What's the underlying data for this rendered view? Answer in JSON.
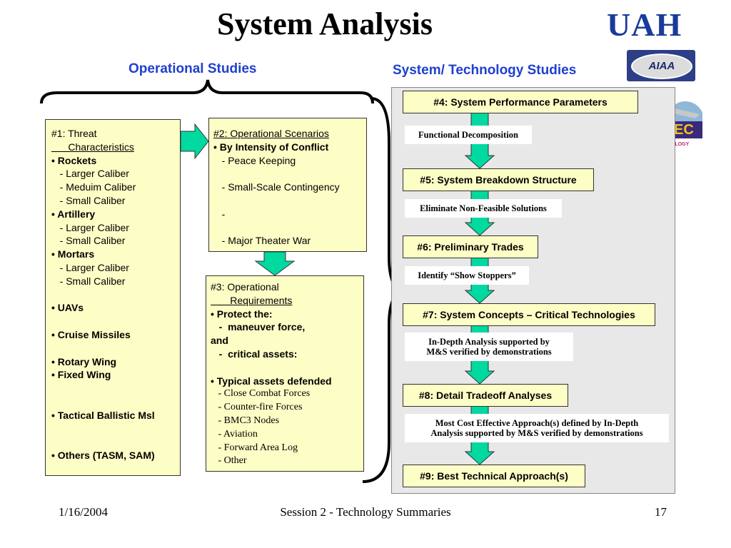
{
  "title": "System Analysis",
  "logos": {
    "uah": "UAH",
    "aiaa": "AIAA",
    "smdc_fragment": "EC",
    "smdc_sub": "OLOGY"
  },
  "operational_heading": "Operational Studies",
  "system_heading": "System/ Technology Studies",
  "threat_box": {
    "lines": [
      {
        "text": "#1: Threat",
        "style": "plain"
      },
      {
        "text": "      Characteristics",
        "style": "underline"
      },
      {
        "text": "• Rockets",
        "style": "bold"
      },
      {
        "text": "   - Larger Caliber",
        "style": "plain"
      },
      {
        "text": "   - Meduim Caliber",
        "style": "plain"
      },
      {
        "text": "   - Small Caliber",
        "style": "plain"
      },
      {
        "text": "• Artillery",
        "style": "bold"
      },
      {
        "text": "   - Larger Caliber",
        "style": "plain"
      },
      {
        "text": "   - Small Caliber",
        "style": "plain"
      },
      {
        "text": "• Mortars",
        "style": "bold"
      },
      {
        "text": "   - Larger Caliber",
        "style": "plain"
      },
      {
        "text": "   - Small Caliber",
        "style": "plain"
      },
      {
        "text": "",
        "style": "plain"
      },
      {
        "text": "• UAVs",
        "style": "bold"
      },
      {
        "text": "",
        "style": "plain"
      },
      {
        "text": "• Cruise Missiles",
        "style": "bold"
      },
      {
        "text": "",
        "style": "plain"
      },
      {
        "text": "• Rotary Wing",
        "style": "bold"
      },
      {
        "text": "• Fixed Wing",
        "style": "bold"
      },
      {
        "text": "",
        "style": "plain"
      },
      {
        "text": "",
        "style": "plain"
      },
      {
        "text": "• Tactical Ballistic Msl",
        "style": "bold"
      },
      {
        "text": "",
        "style": "plain"
      },
      {
        "text": "",
        "style": "plain"
      },
      {
        "text": "• Others (TASM, SAM)",
        "style": "bold"
      }
    ]
  },
  "scenario_box": {
    "lines": [
      {
        "text": "#2: Operational Scenarios",
        "style": "underline"
      },
      {
        "text": "• By Intensity of Conflict",
        "style": "bold"
      },
      {
        "text": "   - Peace Keeping",
        "style": "plain"
      },
      {
        "text": "",
        "style": "plain"
      },
      {
        "text": "   - Small-Scale Contingency",
        "style": "plain"
      },
      {
        "text": "",
        "style": "plain"
      },
      {
        "text": "   -",
        "style": "plain"
      },
      {
        "text": "",
        "style": "plain"
      },
      {
        "text": "   - Major Theater War",
        "style": "plain"
      }
    ]
  },
  "requirements_box": {
    "lines": [
      {
        "text": "#3: Operational",
        "style": "plain"
      },
      {
        "text": "       Requirements",
        "style": "underline"
      },
      {
        "text": "• Protect the:",
        "style": "bold"
      },
      {
        "text": "   -  maneuver force,",
        "style": "bold"
      },
      {
        "text": "and",
        "style": "bold"
      },
      {
        "text": "   -  critical assets:",
        "style": "bold"
      },
      {
        "text": "",
        "style": "plain"
      },
      {
        "text": "• Typical assets defended",
        "style": "bold"
      },
      {
        "text": "   - Close Combat Forces",
        "style": "serif"
      },
      {
        "text": "   - Counter-fire Forces",
        "style": "serif"
      },
      {
        "text": "   - BMC3 Nodes",
        "style": "serif"
      },
      {
        "text": "   - Aviation",
        "style": "serif"
      },
      {
        "text": "   - Forward Area Log",
        "style": "serif"
      },
      {
        "text": "   - Other",
        "style": "serif"
      }
    ]
  },
  "flow": {
    "steps": [
      "#4: System Performance Parameters",
      "#5: System Breakdown Structure",
      "#6: Preliminary Trades",
      "#7: System Concepts – Critical Technologies",
      "#8: Detail Tradeoff Analyses",
      "#9: Best Technical Approach(s)"
    ],
    "notes": [
      "Functional Decomposition",
      "Eliminate Non-Feasible Solutions",
      "Identify “Show Stoppers”",
      "In-Depth Analysis supported by\nM&S verified by demonstrations",
      "Most Cost Effective Approach(s) defined by In-Depth\nAnalysis supported by M&S verified by demonstrations"
    ]
  },
  "footer": {
    "date": "1/16/2004",
    "session": "Session 2 - Technology Summaries",
    "page": "17"
  },
  "colors": {
    "arrow": "#00d9a0",
    "box_fill": "#fdfdc6",
    "heading": "#1f3fd0",
    "uah": "#1a3b9c",
    "panel": "#e8e8e8"
  }
}
